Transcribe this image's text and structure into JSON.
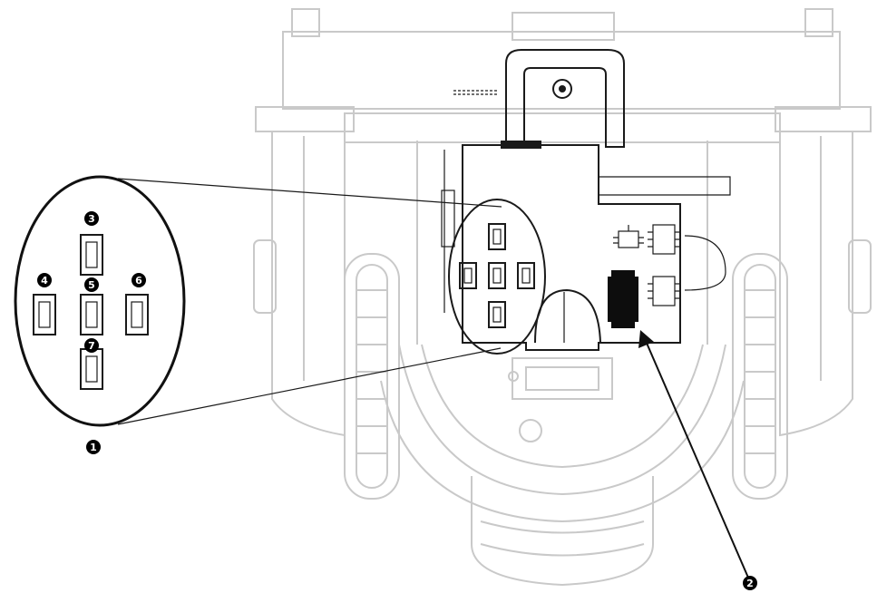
{
  "callouts": {
    "c1": "1",
    "c2": "2",
    "c3": "3",
    "c4": "4",
    "c5": "5",
    "c6": "6",
    "c7": "7"
  },
  "colors": {
    "ghost": "#c9c9c9",
    "line": "#1a1a1a",
    "callout_fill": "#000000"
  }
}
